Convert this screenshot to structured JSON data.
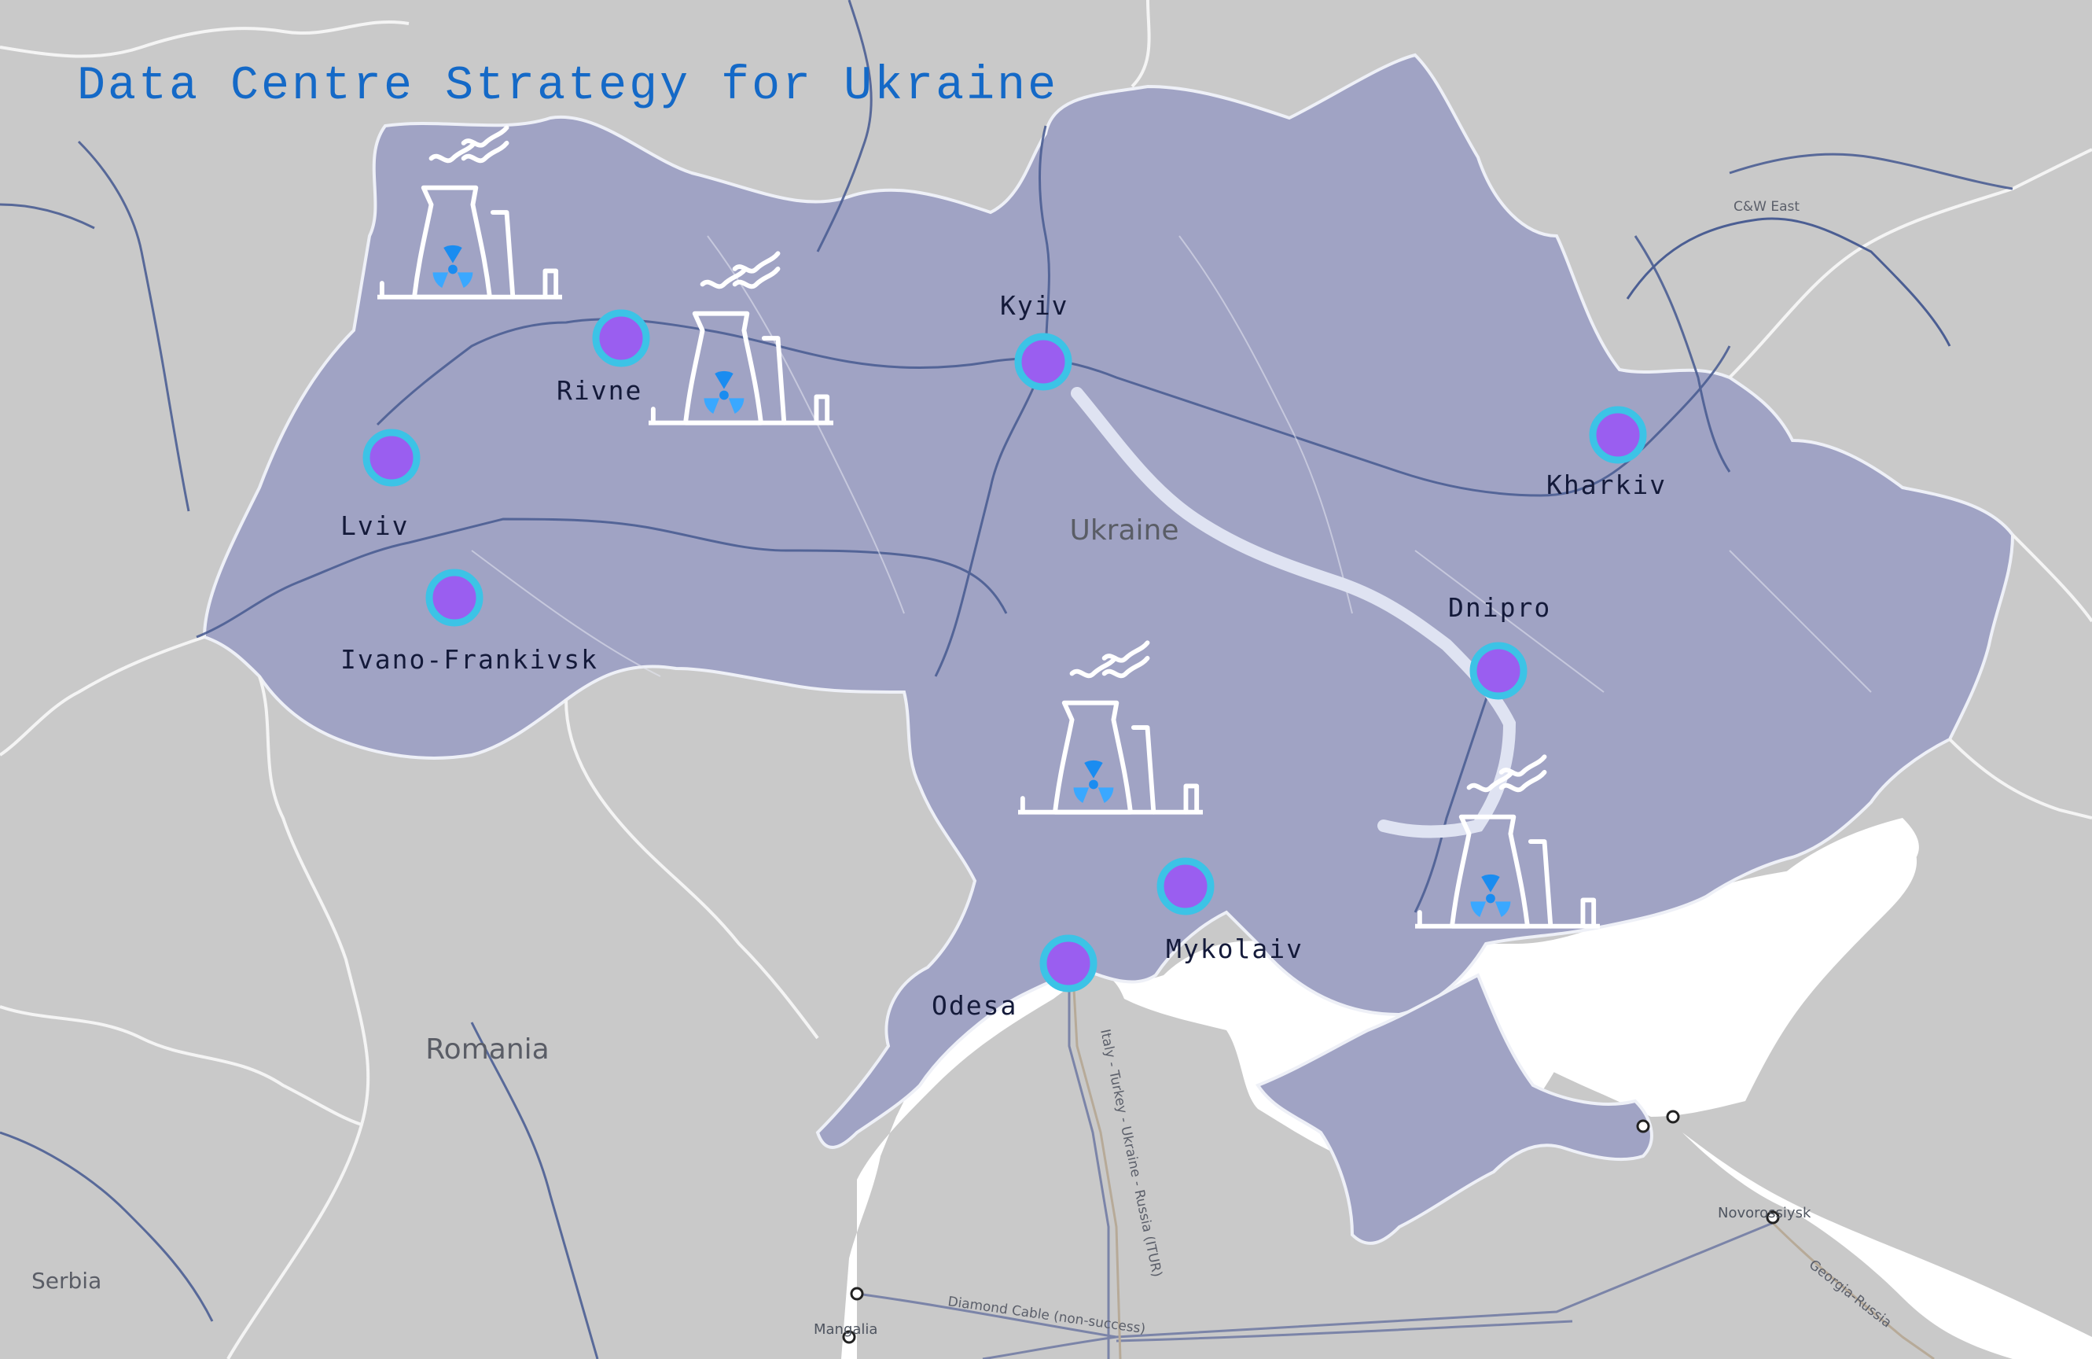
{
  "title": "Data Centre Strategy for Ukraine",
  "colors": {
    "land": "#c9c9c9",
    "ukraine_overlay": "#a0a3c4",
    "sea": "#ffffff",
    "borders": "#f4f4f4",
    "rivers": "#4b5e93",
    "city_marker_fill": "#9a5ef0",
    "city_marker_ring": "#3cc3e6",
    "plant_icon": "#ffffff",
    "radiation_icon": "#1a8cf0",
    "title": "#1469c7"
  },
  "country_labels": {
    "ukraine": "Ukraine",
    "romania": "Romania",
    "serbia": "Serbia"
  },
  "place_labels": {
    "mangalia": "Mangalia",
    "novorossiysk": "Novorossiysk"
  },
  "cable_labels": {
    "cw_east": "C&W East",
    "diamond": "Diamond Cable (non-success)",
    "itur": "Italy - Turkey - Ukraine - Russia (ITUR)",
    "georgia_russia": "Georgia-Russia"
  },
  "cities": [
    {
      "key": "kyiv",
      "name": "Kyiv"
    },
    {
      "key": "rivne",
      "name": "Rivne"
    },
    {
      "key": "lviv",
      "name": "Lviv"
    },
    {
      "key": "ivano",
      "name": "Ivano-Frankivsk"
    },
    {
      "key": "kharkiv",
      "name": "Kharkiv"
    },
    {
      "key": "dnipro",
      "name": "Dnipro"
    },
    {
      "key": "mykolaiv",
      "name": "Mykolaiv"
    },
    {
      "key": "odesa",
      "name": "Odesa"
    }
  ],
  "power_plants": [
    {
      "key": "plant-north-west",
      "icon": "nuclear-plant-icon"
    },
    {
      "key": "plant-rivne",
      "icon": "nuclear-plant-icon"
    },
    {
      "key": "plant-south-ukraine",
      "icon": "nuclear-plant-icon"
    },
    {
      "key": "plant-zaporizhzhia",
      "icon": "nuclear-plant-icon"
    }
  ]
}
